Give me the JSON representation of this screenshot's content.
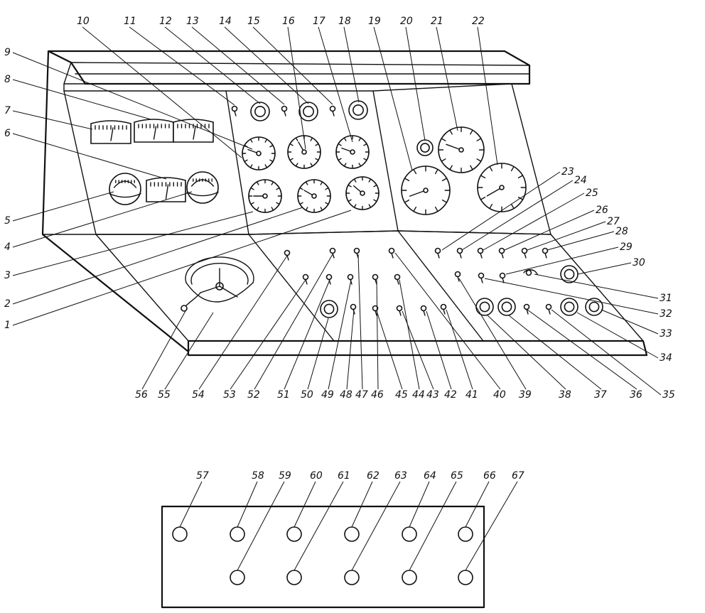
{
  "console_callouts": {
    "n1": "1",
    "n2": "2",
    "n3": "3",
    "n4": "4",
    "n5": "5",
    "n6": "6",
    "n7": "7",
    "n8": "8",
    "n9": "9",
    "n10": "10",
    "n11": "11",
    "n12": "12",
    "n13": "13",
    "n14": "14",
    "n15": "15",
    "n16": "16",
    "n17": "17",
    "n18": "18",
    "n19": "19",
    "n20": "20",
    "n21": "21",
    "n22": "22",
    "n23": "23",
    "n24": "24",
    "n25": "25",
    "n26": "26",
    "n27": "27",
    "n28": "28",
    "n29": "29",
    "n30": "30",
    "n31": "31",
    "n32": "32",
    "n33": "33",
    "n34": "34",
    "n35": "35",
    "n36": "36",
    "n37": "37",
    "n38": "38",
    "n39": "39",
    "n40": "40",
    "n41": "41",
    "n42": "42",
    "n43": "43",
    "n44": "44",
    "n45": "45",
    "n46": "46",
    "n47": "47",
    "n48": "48",
    "n49": "49",
    "n50": "50",
    "n51": "51",
    "n52": "52",
    "n53": "53",
    "n54": "54",
    "n55": "55",
    "n56": "56"
  },
  "panel_callouts": {
    "n57": "57",
    "n58": "58",
    "n59": "59",
    "n60": "60",
    "n61": "61",
    "n62": "62",
    "n63": "63",
    "n64": "64",
    "n65": "65",
    "n66": "66",
    "n67": "67"
  }
}
